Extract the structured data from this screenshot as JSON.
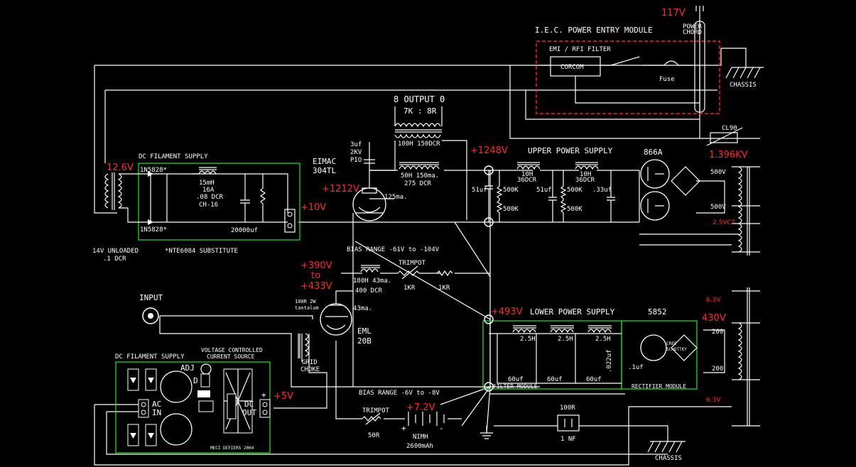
{
  "voltages": {
    "ac_in": "117V",
    "fil_top": "12.6V",
    "b_plus_high": "+1248V",
    "hv_secondary": "1.396KV",
    "plate_304": "+1212V",
    "fil_dc": "+10V",
    "grid_range_a": "+390V",
    "grid_range_to": "to",
    "grid_range_b": "+433V",
    "b_plus_low": "+493V",
    "lv_secondary": "430V",
    "fil_dc2": "+5V",
    "bias_batt": "+7.2V",
    "fil_5852": "6.3V",
    "fil_866": "6.3V",
    "ct_866": "2.5VCT"
  },
  "labels": {
    "power_cord": "POWER",
    "power_cord2": "CHORD",
    "iec": "I.E.C. POWER ENTRY MODULE",
    "emi": "EMI / RFI FILTER",
    "corcom": "CORCOM",
    "fuse": "Fuse",
    "chassis": "CHASSIS",
    "cl90": "CL90",
    "output": "8  OUTPUT  0",
    "ot_ratio": "7K : 8R",
    "ot_dcr": "100H 150DCR",
    "cap_3uf": "3uf",
    "cap_3uf_v": "2KV",
    "cap_3uf_t": "PIO",
    "choke_50h": "50H 150ma.",
    "choke_50h_dcr": "275 DCR",
    "upper_ps": "UPPER POWER SUPPLY",
    "t866": "866A",
    "eimac": "EIMAC",
    "t304": "304TL",
    "ma125": "125ma.",
    "dc_fil": "DC FILAMENT SUPPLY",
    "d1": "1N5828*",
    "d2": "1N5828*",
    "fil_choke": "15mH",
    "fil_choke2": "16A",
    "fil_choke3": ".08 DCR",
    "fil_choke4": "CH-16",
    "fil_cap": "20000uf",
    "unloaded": "14V UNLOADED",
    "unloaded2": ".1 DCR",
    "nte": "*NTE6084 SUBSTITUTE",
    "c51_a": "51uf",
    "r500_a": "500K",
    "r500_b": "500K",
    "l10h_a": "10H",
    "l10h_a2": "36DCR",
    "c51_b": "51uf",
    "r500_c": "500K",
    "r500_d": "500K",
    "l10h_b": "10H",
    "l10h_b2": "36DCR",
    "c33": ".33uf",
    "v500_a": "500V",
    "v500_b": "500V",
    "bias_range1": "BIAS RANGE -61V to -104V",
    "trimpot1": "TRIMPOT",
    "choke_180": "180H  43ma.",
    "choke_180dcr": "400 DCR",
    "r1kr_a": "1KR",
    "r1kr_b": "1KR",
    "input": "INPUT",
    "r100": "100R 2W",
    "r100b": "tantalum",
    "ma43": "43ma.",
    "eml": "EML",
    "t20b": "20B",
    "grid_choke": "GRID",
    "grid_choke2": "CHOKE",
    "lower_ps": "LOWER POWER SUPPLY",
    "t5852": "5852",
    "l25_a": "2.5H",
    "l25_b": "2.5H",
    "l25_c": "2.5H",
    "c60_a": "60uf",
    "c60_b": "60uf",
    "c60_c": "60uf",
    "c022": ".022uf",
    "c1uf": ".1uf",
    "filter_mod": "FILTER MODULE",
    "rect_mod": "RECTIFIER MODULE",
    "cree": "CREE",
    "schottky": "SCHOTTKY",
    "v200_a": "200",
    "v200_b": "200",
    "vccs": "VOLTAGE CONTROLLED",
    "vccs2": "CURRENT SOURCE",
    "dc_fil2": "DC FILAMENT SUPPLY",
    "adj": "ADJ",
    "ac": "AC",
    "in": "IN",
    "dc": "DC",
    "out": "OUT",
    "bias_range2": "BIAS RANGE -6V to -8V",
    "trimpot2": "TRIMPOT",
    "r50": "50R",
    "nimh": "NIMH",
    "nimh2": "2600mAh",
    "r100r": "100R",
    "c1nf": "1 NF",
    "chassis2": "CHASSIS",
    "board_credit": "MECI DEFIERS 2004",
    "d_label": "D",
    "plus": "+",
    "minus": "-"
  }
}
